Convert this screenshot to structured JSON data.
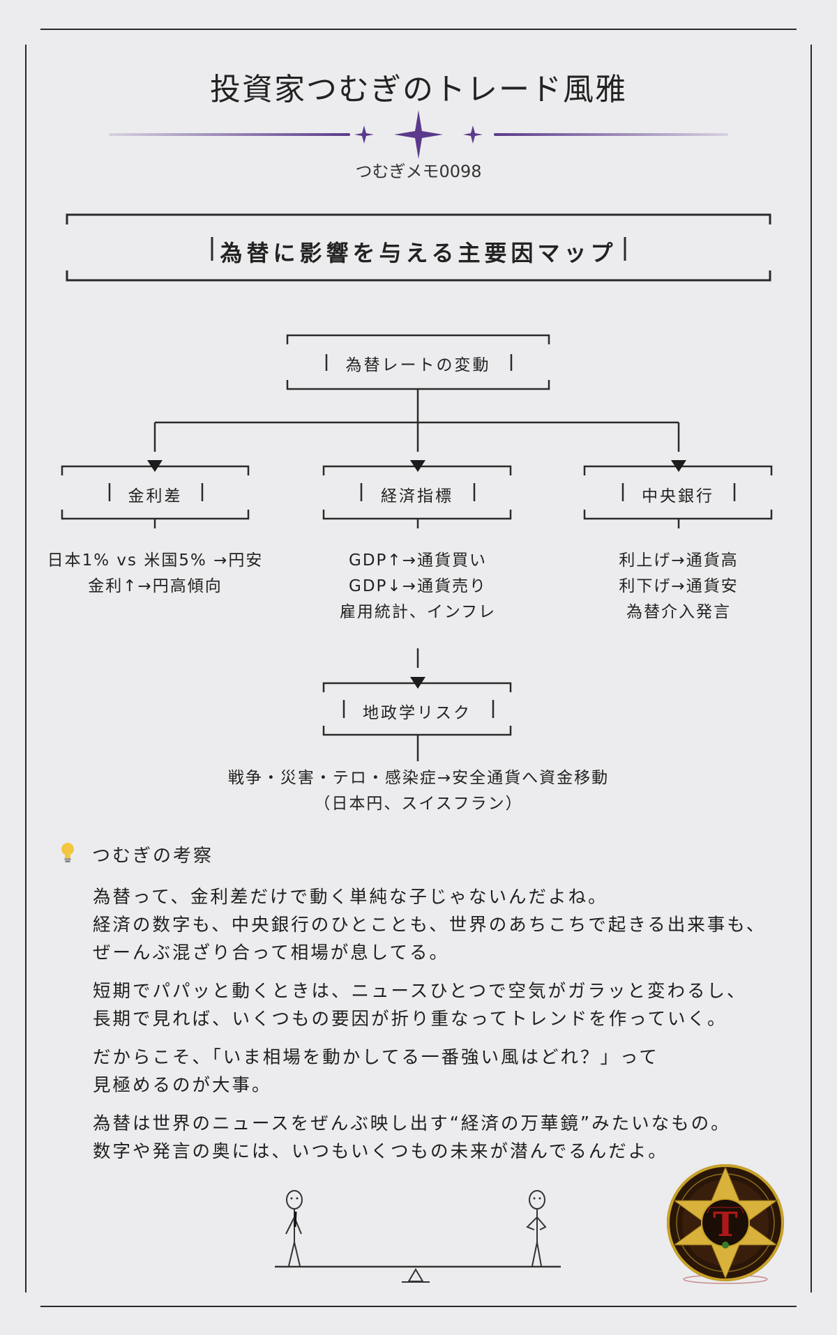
{
  "header": {
    "title": "投資家つむぎのトレード風雅",
    "subtitle": "つむぎメモ0098"
  },
  "banner": {
    "text": "為替に影響を与える主要因マップ"
  },
  "diagram": {
    "root": "為替レートの変動",
    "factors": [
      {
        "label": "金利差",
        "details": [
          "日本1% vs 米国5% →円安",
          "金利↑→円高傾向"
        ]
      },
      {
        "label": "経済指標",
        "details": [
          "GDP↑→通貨買い",
          "GDP↓→通貨売り",
          "雇用統計、インフレ"
        ]
      },
      {
        "label": "中央銀行",
        "details": [
          "利上げ→通貨高",
          "利下げ→通貨安",
          "為替介入発言"
        ]
      }
    ],
    "geo": {
      "label": "地政学リスク",
      "details": [
        "戦争・災害・テロ・感染症→安全通貨へ資金移動",
        "（日本円、スイスフラン）"
      ]
    }
  },
  "commentary": {
    "icon": "lightbulb-icon",
    "heading": "つむぎの考察",
    "paragraphs": [
      [
        "為替って、金利差だけで動く単純な子じゃないんだよね。",
        "経済の数字も、中央銀行のひとことも、世界のあちこちで起きる出来事も、",
        "ぜーんぶ混ざり合って相場が息してる。"
      ],
      [
        "短期でパパッと動くときは、ニュースひとつで空気がガラッと変わるし、",
        "長期で見れば、いくつもの要因が折り重なってトレンドを作っていく。"
      ],
      [
        "だからこそ、「いま相場を動かしてる一番強い風はどれ？」って",
        "見極めるのが大事。"
      ],
      [
        "為替は世界のニュースをぜんぶ映し出す“経済の万華鏡”みたいなもの。",
        "数字や発言の奥には、いつもいくつもの未来が潜んでるんだよ。"
      ]
    ]
  },
  "emblem": {
    "letter": "T"
  },
  "colors": {
    "background": "#ececee",
    "accent": "#5b3a8c",
    "emblem_gold": "#c9a227",
    "emblem_red": "#b01818"
  }
}
